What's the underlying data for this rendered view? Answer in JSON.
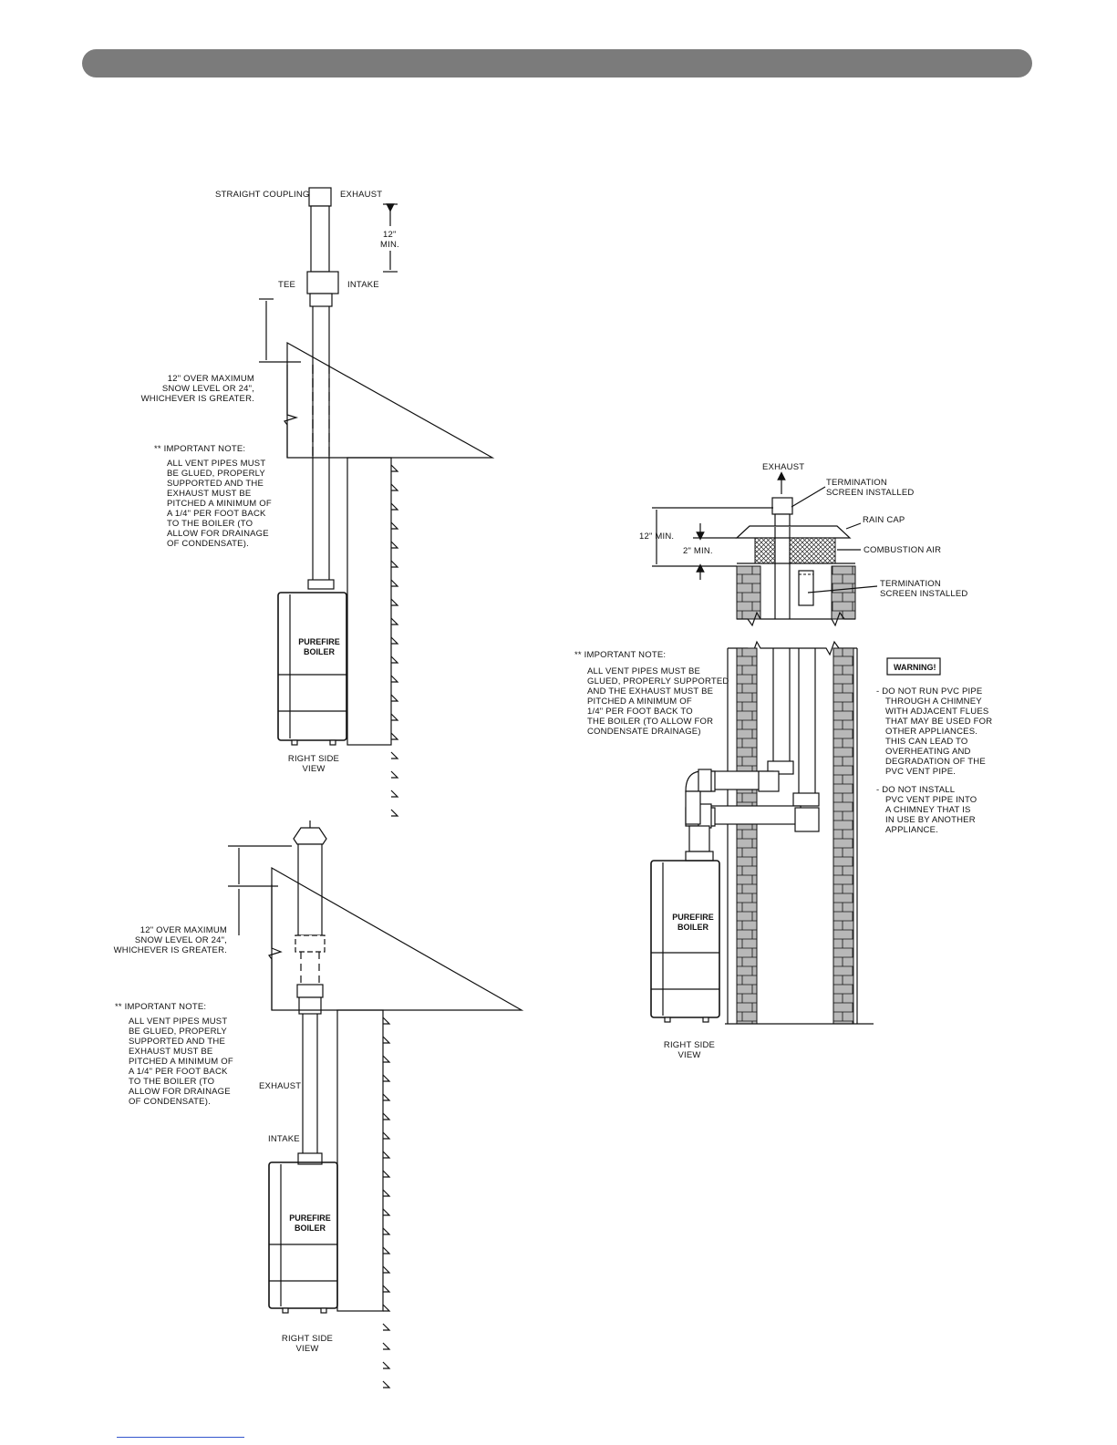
{
  "fig_a": {
    "straight_coupling": "STRAIGHT COUPLING",
    "exhaust": "EXHAUST",
    "dim_12": "12\"",
    "dim_min": "MIN.",
    "tee": "TEE",
    "intake": "INTAKE",
    "snow_lines": [
      "12\" OVER MAXIMUM",
      "SNOW LEVEL OR 24\",",
      "WHICHEVER IS GREATER."
    ],
    "note_title": "**  IMPORTANT NOTE:",
    "note_lines": [
      "ALL VENT PIPES MUST",
      "BE GLUED, PROPERLY",
      "SUPPORTED AND THE",
      "EXHAUST MUST BE",
      "PITCHED A MINIMUM OF",
      "A 1/4\" PER FOOT BACK",
      "TO THE BOILER (TO",
      "ALLOW FOR DRAINAGE",
      "OF CONDENSATE)."
    ],
    "boiler_lines": [
      "PUREFIRE",
      "BOILER"
    ],
    "view_lines": [
      "RIGHT SIDE",
      "VIEW"
    ]
  },
  "fig_b": {
    "snow_lines": [
      "12\" OVER MAXIMUM",
      "SNOW LEVEL OR 24\",",
      "WHICHEVER IS GREATER."
    ],
    "note_title": "**  IMPORTANT NOTE:",
    "note_lines": [
      "ALL VENT PIPES MUST",
      "BE GLUED, PROPERLY",
      "SUPPORTED AND THE",
      "EXHAUST MUST BE",
      "PITCHED A MINIMUM OF",
      "A 1/4\" PER FOOT BACK",
      "TO THE BOILER (TO",
      "ALLOW FOR DRAINAGE",
      "OF CONDENSATE)."
    ],
    "exhaust": "EXHAUST",
    "intake": "INTAKE",
    "boiler_lines": [
      "PUREFIRE",
      "BOILER"
    ],
    "view_lines": [
      "RIGHT SIDE",
      "VIEW"
    ]
  },
  "fig_c": {
    "exhaust": "EXHAUST",
    "term_top": [
      "TERMINATION",
      "SCREEN INSTALLED"
    ],
    "dim_12": "12\" MIN.",
    "rain_cap": "RAIN CAP",
    "dim_2": "2\" MIN.",
    "combustion_air": "COMBUSTION AIR",
    "term_bottom": [
      "TERMINATION",
      "SCREEN INSTALLED"
    ],
    "note_title": "**  IMPORTANT NOTE:",
    "note_lines": [
      "ALL VENT PIPES MUST BE",
      "GLUED, PROPERLY SUPPORTED",
      "AND THE EXHAUST MUST BE",
      "PITCHED A MINIMUM OF",
      "1/4\" PER FOOT BACK TO",
      "THE BOILER (TO ALLOW FOR",
      "CONDENSATE DRAINAGE)"
    ],
    "warning_label": "WARNING!",
    "warning1": [
      "- DO NOT RUN PVC PIPE",
      "THROUGH A CHIMNEY",
      "WITH ADJACENT FLUES",
      "THAT MAY BE USED FOR",
      "OTHER APPLIANCES.",
      "THIS CAN LEAD TO",
      "OVERHEATING AND",
      "DEGRADATION OF THE",
      "PVC VENT PIPE."
    ],
    "warning2": [
      "- DO NOT INSTALL",
      "PVC VENT PIPE INTO",
      "A CHIMNEY THAT IS",
      "IN USE BY ANOTHER",
      "APPLIANCE."
    ],
    "boiler_lines": [
      "PUREFIRE",
      "BOILER"
    ],
    "view_lines": [
      "RIGHT SIDE",
      "VIEW"
    ]
  }
}
